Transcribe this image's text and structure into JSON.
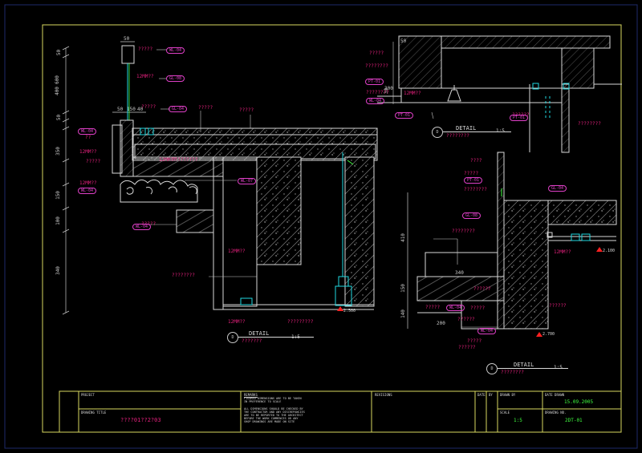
{
  "colors": {
    "background": "#000000",
    "border": "#d8d860",
    "section": "#d8d8d8",
    "dimension": "#c8c8c8",
    "label_magenta": "#e0207a",
    "tag_circle": "#e040c8",
    "fixture_cyan": "#20d8e0",
    "green": "#40ff40",
    "level_red": "#ff2020"
  },
  "drawing": {
    "dims_left": [
      "50",
      "600",
      "50",
      "400",
      "50",
      "350",
      "150",
      "100",
      "340"
    ],
    "dims_top": [
      "50",
      "50",
      "150",
      "40"
    ],
    "dims_right_top": [
      "50",
      "30",
      "300"
    ],
    "dims_right_bottom": [
      "410",
      "150",
      "140",
      "200",
      "340"
    ],
    "labels": {
      "a1": "?????",
      "a2": "?????",
      "a3": "?????",
      "a4": "?????",
      "a5": "?????",
      "a6": "??",
      "a7": "?????",
      "a8": "12MM??",
      "a9": "12MM??",
      "a10": "12MM??",
      "a11": "12MM??",
      "a12": "12MM??",
      "a13": "12MM??",
      "a14": "?????",
      "a15": "?????????",
      "a16": "????????",
      "a17": "?????????",
      "a18": "?????",
      "a19": "????????",
      "a20": "????????",
      "a21": "????????",
      "a22": "??????",
      "a23": "????????",
      "a24": "12MM??",
      "a25": "?????",
      "a26": "????",
      "a27": "?????",
      "a28": "?????",
      "a29": "????????",
      "a30": "??????",
      "a31": "?????",
      "a32": "12MM??",
      "a33": "??????",
      "a34": "??????",
      "a35": "??????"
    },
    "tags": [
      "WL-04",
      "GL-08",
      "GL-04",
      "WL-04",
      "WL-04",
      "WL-04",
      "WL-07",
      "WL-04",
      "PT-01",
      "PT-01",
      "WL-04",
      "PT-01",
      "GL-08",
      "WL-04",
      "GL-04",
      "PT-01"
    ],
    "levels": [
      "2.500",
      "2.100",
      "2.700"
    ],
    "detail_titles": [
      {
        "title": "DETAIL",
        "scale": "1:5",
        "sub": "???????",
        "ref": "D"
      },
      {
        "title": "DETAIL",
        "scale": "1:5",
        "sub": "????????",
        "ref": "D"
      },
      {
        "title": "DETAIL",
        "scale": "1:5",
        "sub": "????????",
        "ref": "D"
      }
    ]
  },
  "title_block": {
    "project_label": "PROJECT",
    "drawing_title_label": "DRAWING TITLE",
    "drawing_title": "????01??2?03",
    "notes_heading": "REMARKS",
    "notes": [
      "FIGURED DIMENSIONS ARE TO BE TAKEN",
      "IN PREFERENCE TO SCALE",
      "ALL DIMENSIONS SHOULD BE CHECKED BY",
      "THE CONTRACTOR AND ANY DISCREPANCIES",
      "ARE TO BE REPORTED TO THE ARCHITECT",
      "BEFORE THE WORK COMMENCES OR ANY",
      "SHOP DRAWINGS ARE MADE ON SITE"
    ],
    "revisions_label": "REVISIONS",
    "date_label": "DATE",
    "by_label": "BY",
    "drawn_by_label": "DRAWN BY",
    "scale_label": "SCALE",
    "scale_value": "1:5",
    "date_drawn_label": "DATE DRAWN",
    "date_drawn_value": "15.09.2005",
    "drawing_no_label": "DRAWING NO.",
    "drawing_no_value": "2DT-01"
  }
}
